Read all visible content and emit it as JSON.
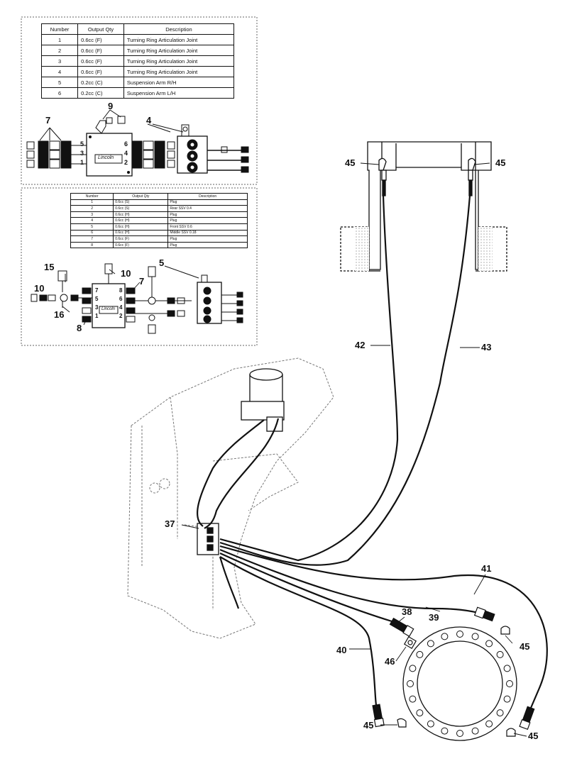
{
  "table1": {
    "headers": [
      "Number",
      "Output Qty",
      "Description"
    ],
    "rows": [
      [
        "1",
        "0.6cc (F)",
        "Turning Ring Articulation Joint"
      ],
      [
        "2",
        "0.6cc (F)",
        "Turning Ring Articulation Joint"
      ],
      [
        "3",
        "0.6cc (F)",
        "Turning Ring Articulation Joint"
      ],
      [
        "4",
        "0.6cc (F)",
        "Turning Ring Articulation Joint"
      ],
      [
        "5",
        "0.2cc (C)",
        "Suspension Arm R/H"
      ],
      [
        "6",
        "0.2cc (C)",
        "Suspension Arm L/H"
      ]
    ]
  },
  "table2": {
    "headers": [
      "Number",
      "Output Qty",
      "Description"
    ],
    "rows": [
      [
        "1",
        "0.6cc (S)",
        "Plug"
      ],
      [
        "2",
        "0.6cc (S)",
        "Rear SSV 0.4"
      ],
      [
        "3",
        "0.6cc (H)",
        "Plug"
      ],
      [
        "4",
        "0.6cc (H)",
        "Plug"
      ],
      [
        "5",
        "0.6cc (H)",
        "Front SSV 0.6"
      ],
      [
        "6",
        "0.6cc (H)",
        "Middle SSV 0.18"
      ],
      [
        "7",
        "0.6cc (F)",
        "Plug"
      ],
      [
        "8",
        "0.6cc (F)",
        "Plug"
      ]
    ]
  },
  "inset1": {
    "port_numbers_left": [
      "5",
      "3",
      "1"
    ],
    "port_numbers_right": [
      "6",
      "4",
      "2"
    ],
    "block_logo": "Lincoln"
  },
  "inset2": {
    "port_numbers_left": [
      "7",
      "5",
      "3",
      "1"
    ],
    "port_numbers_right": [
      "8",
      "6",
      "4",
      "2"
    ],
    "block_logo": "Lincoln"
  },
  "callouts": {
    "c7_top": "7",
    "c9": "9",
    "c4": "4",
    "c15": "15",
    "c10_left": "10",
    "c10_mid": "10",
    "c5": "5",
    "c7_mid": "7",
    "c16": "16",
    "c8": "8",
    "c45_tl": "45",
    "c45_tr": "45",
    "c42": "42",
    "c43": "43",
    "c37": "37",
    "c41": "41",
    "c38": "38",
    "c39": "39",
    "c40": "40",
    "c46": "46",
    "c45_mid": "45",
    "c45_bl": "45",
    "c45_br": "45"
  }
}
